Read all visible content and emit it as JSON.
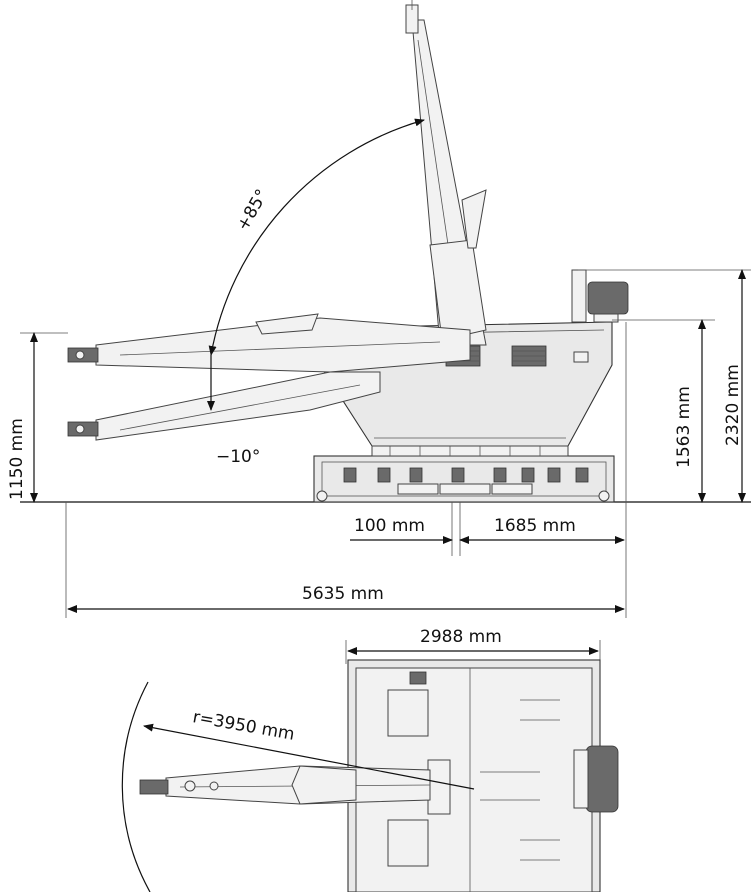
{
  "side_view": {
    "angle_up": "+85°",
    "angle_down": "−10°",
    "dim_overall_length": "5635 mm",
    "dim_front_offset": "100 mm",
    "dim_rear_offset": "1685 mm",
    "dim_boom_height": "1150 mm",
    "dim_body_height": "1563 mm",
    "dim_total_height": "2320 mm"
  },
  "top_view": {
    "dim_width": "2988 mm",
    "dim_radius": "r=3950 mm"
  }
}
